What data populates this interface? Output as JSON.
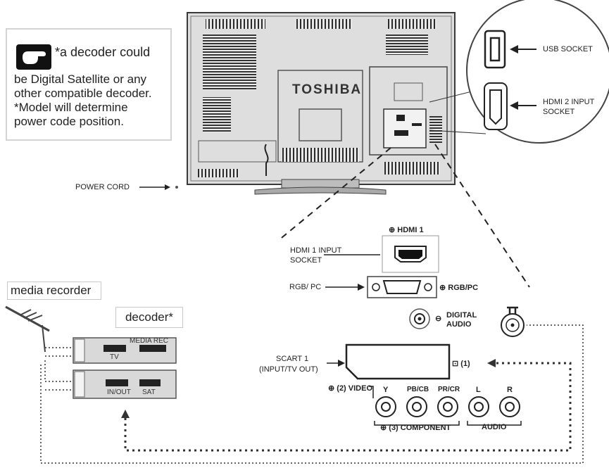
{
  "note": {
    "line1": "*a decoder could",
    "line2": "be Digital Satellite or any",
    "line3": "other compatible decoder.",
    "line4": "*Model will determine",
    "line5": "power code position."
  },
  "tv": {
    "brand": "TOSHIBA"
  },
  "zoom": {
    "usb_label": "USB SOCKET",
    "hdmi2_label_line1": "HDMI 2 INPUT",
    "hdmi2_label_line2": "SOCKET"
  },
  "labels": {
    "power_cord": "POWER CORD",
    "hdmi1_input_line1": "HDMI 1 INPUT",
    "hdmi1_input_line2": "SOCKET",
    "rgb_pc_left": "RGB/ PC",
    "scart_line1": "SCART 1",
    "scart_line2": "(INPUT/TV OUT)"
  },
  "panel": {
    "hdmi1": "HDMI 1",
    "rgb_pc": "RGB/PC",
    "digital": "DIGITAL",
    "audio_word": "AUDIO",
    "port1": "(1)",
    "video": "(2) VIDEO",
    "y": "Y",
    "pb": "PB/CB",
    "pr": "PR/CR",
    "l": "L",
    "r": "R",
    "component": "(3) COMPONENT",
    "audio": "AUDIO"
  },
  "devices": {
    "media_recorder": "media recorder",
    "decoder": "decoder*",
    "media_rec": "MEDIA REC",
    "tv": "TV",
    "in_out": "IN/OUT",
    "sat": "SAT"
  }
}
